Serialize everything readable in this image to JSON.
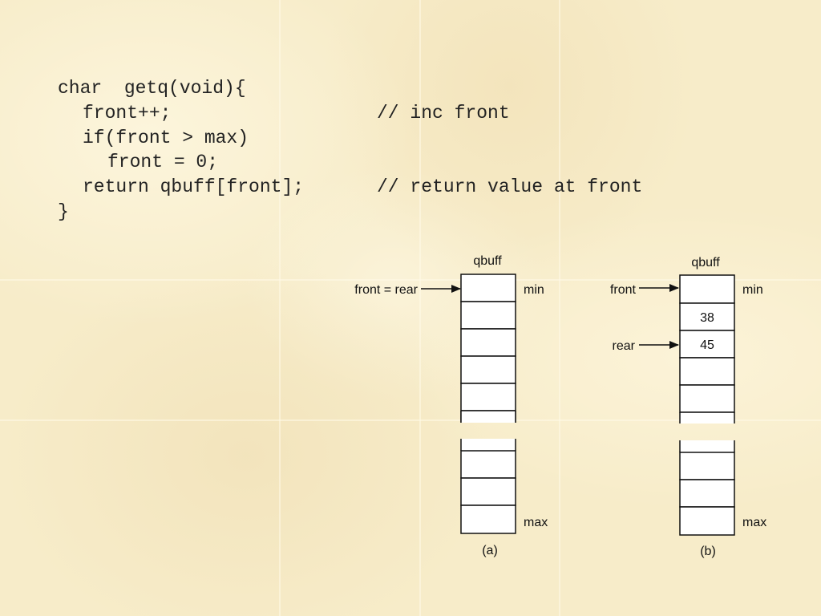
{
  "code": {
    "lines": [
      {
        "indent": 0,
        "text": "char  getq(void){",
        "comment": ""
      },
      {
        "indent": 1,
        "text": "front++;",
        "comment": "// inc front"
      },
      {
        "indent": 1,
        "text": "if(front > max)",
        "comment": ""
      },
      {
        "indent": 2,
        "text": "front = 0;",
        "comment": ""
      },
      {
        "indent": 1,
        "text": "return qbuff[front];",
        "comment": "// return value at front"
      },
      {
        "indent": 0,
        "text": "}",
        "comment": ""
      }
    ]
  },
  "diagram_a": {
    "buffer_label": "qbuff",
    "pointer_label": "front = rear",
    "min_label": "min",
    "max_label": "max",
    "caption": "(a)",
    "cells": [
      "",
      "",
      "",
      "",
      "",
      "",
      "",
      ""
    ]
  },
  "diagram_b": {
    "buffer_label": "qbuff",
    "front_label": "front",
    "rear_label": "rear",
    "min_label": "min",
    "max_label": "max",
    "caption": "(b)",
    "cells": [
      "",
      "38",
      "45",
      "",
      "",
      "",
      "",
      ""
    ]
  }
}
